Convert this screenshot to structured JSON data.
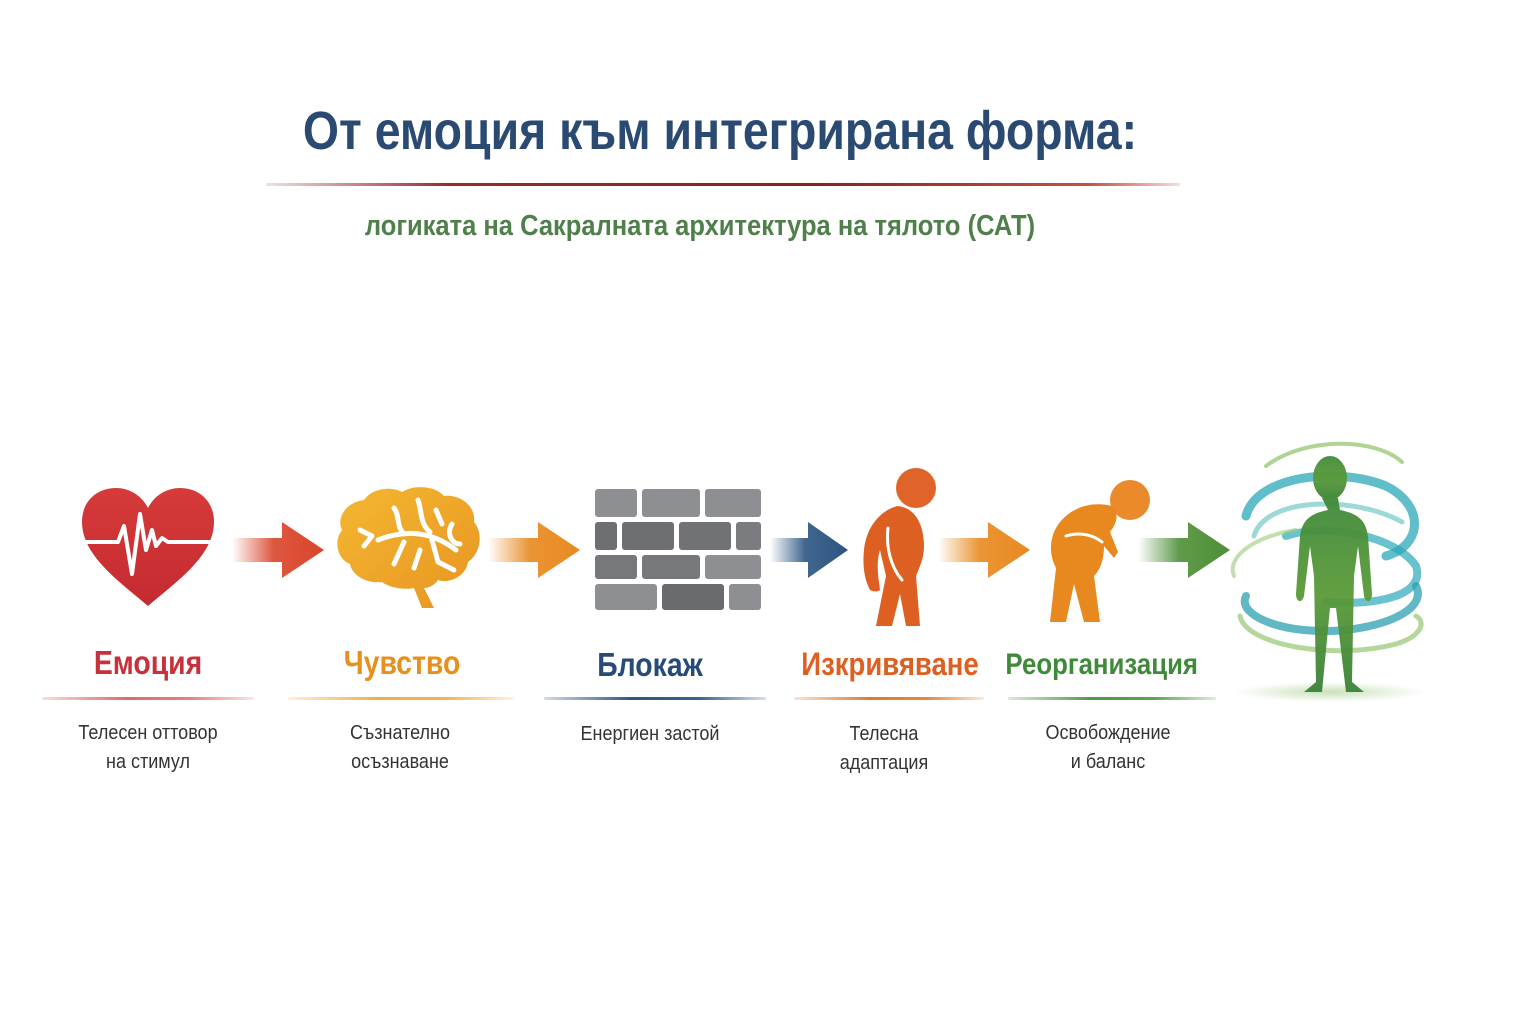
{
  "header": {
    "title": "От емоция към интегрирана форма:",
    "subtitle": "логиката на Сакралната архитектура на тялото (САТ)"
  },
  "colors": {
    "title": "#2b4a72",
    "subtitle": "#4f7f4a",
    "emotion": "#c8313a",
    "feeling": "#e8901e",
    "block": "#274b78",
    "distortion": "#dd6022",
    "reorganization": "#3f8a3a",
    "description": "#333333"
  },
  "steps": [
    {
      "icon": "heart-pulse-icon",
      "label": "Емоция",
      "desc_line1": "Телесен оттовор",
      "desc_line2": "на стимул"
    },
    {
      "icon": "brain-icon",
      "label": "Чувство",
      "desc_line1": "Съзнателно",
      "desc_line2": "осъзнаване"
    },
    {
      "icon": "brick-wall-icon",
      "label": "Блокаж",
      "desc_line1": "Енергиен застой",
      "desc_line2": ""
    },
    {
      "icon": "slouched-person-icon",
      "label": "Изкривяване",
      "desc_line1": "Телесна",
      "desc_line2": "адаптация"
    },
    {
      "icon": "bent-person-icon",
      "label": "Реорганизация",
      "desc_line1": "Освобождение",
      "desc_line2": "и баланс"
    },
    {
      "icon": "balanced-person-swirl-icon",
      "label": "",
      "desc_line1": "",
      "desc_line2": ""
    }
  ],
  "arrows": [
    {
      "icon": "arrow-right-icon",
      "color": "#d9452a"
    },
    {
      "icon": "arrow-right-icon",
      "color": "#e8891f"
    },
    {
      "icon": "arrow-right-icon",
      "color": "#2c5582"
    },
    {
      "icon": "arrow-right-icon",
      "color": "#e8891f"
    },
    {
      "icon": "arrow-right-icon",
      "color": "#4e8f36"
    }
  ]
}
